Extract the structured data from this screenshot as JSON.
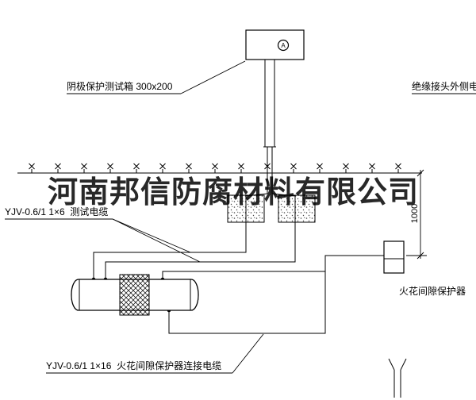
{
  "watermark": {
    "text": "河南邦信防腐材料有限公司"
  },
  "test_box": {
    "terminal": "A"
  },
  "labels": {
    "test_box_label": "阴极保护测试箱 300x200",
    "outer_cable_label": "绝缘接头外侧电缆",
    "test_cable_label": "YJV-0.6/1 1×6  测试电缆",
    "protector_cable_label": "YJV-0.6/1 1×16  火花间隙保护器连接电缆",
    "protector_label": "火花间隙保护器"
  },
  "dimension": {
    "value": "1000"
  },
  "colors": {
    "line": "#000000",
    "background": "#ffffff"
  }
}
